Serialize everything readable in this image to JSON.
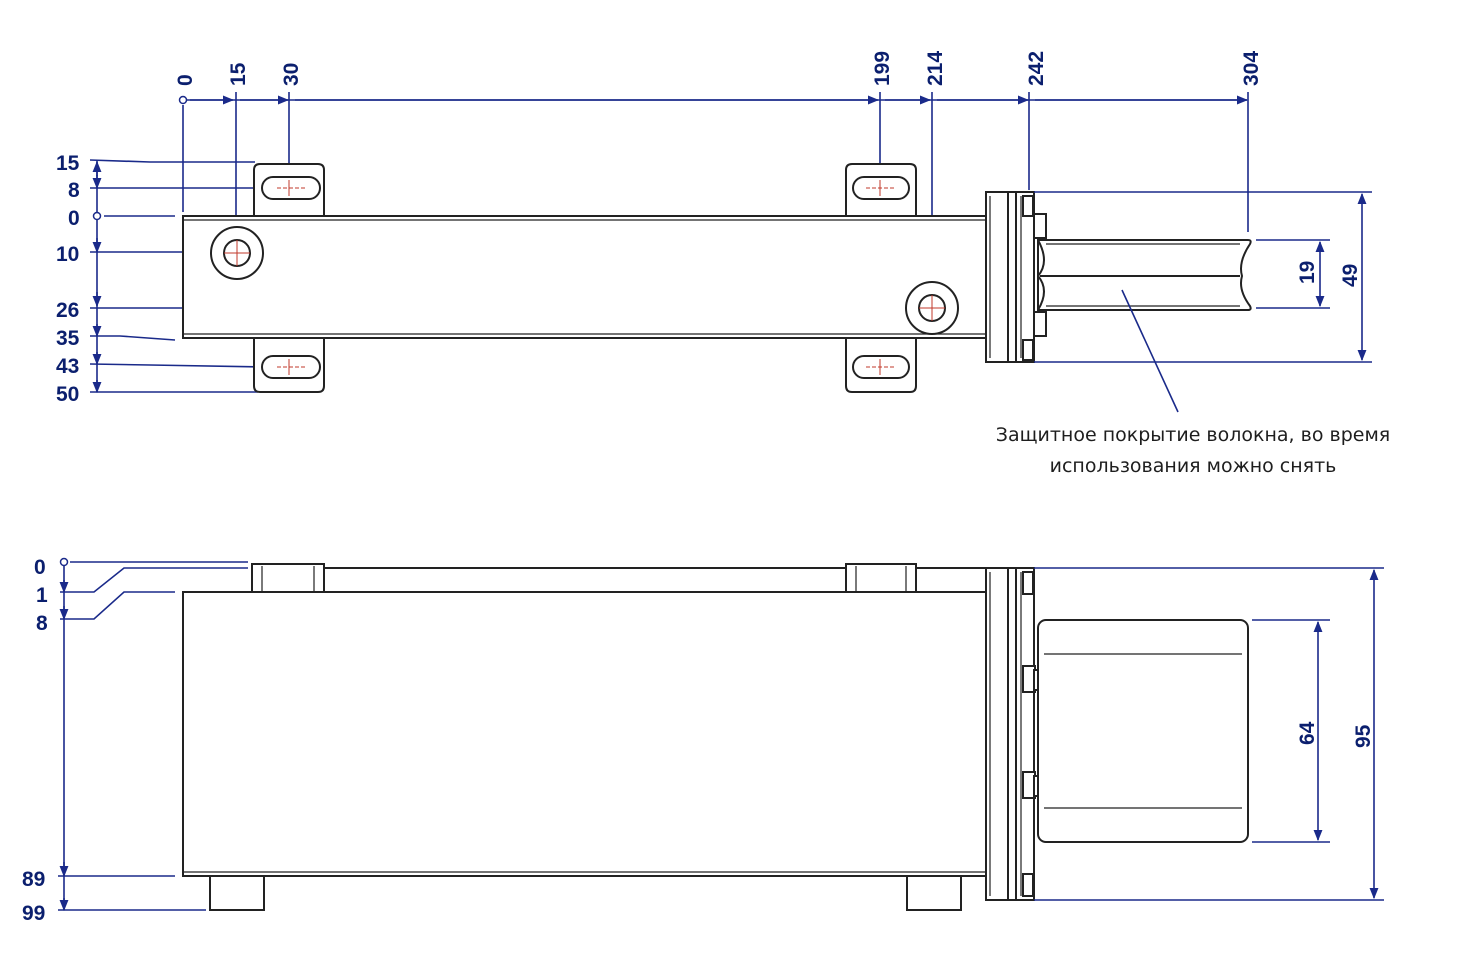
{
  "top_view": {
    "horizontal_dims": [
      "0",
      "15",
      "30",
      "199",
      "214",
      "242",
      "304"
    ],
    "vertical_dims": [
      "15",
      "8",
      "0",
      "10",
      "26",
      "35",
      "43",
      "50"
    ],
    "right_dims": [
      "19",
      "49"
    ],
    "note_line1": "Защитное покрытие волокна, во время",
    "note_line2": "использования можно снять"
  },
  "side_view": {
    "vertical_dims": [
      "0",
      "1",
      "8",
      "89",
      "99"
    ],
    "right_dims": [
      "64",
      "95"
    ]
  },
  "colors": {
    "dimension": "#1a2a8a",
    "outline": "#222222",
    "centerline": "#c0392b"
  }
}
